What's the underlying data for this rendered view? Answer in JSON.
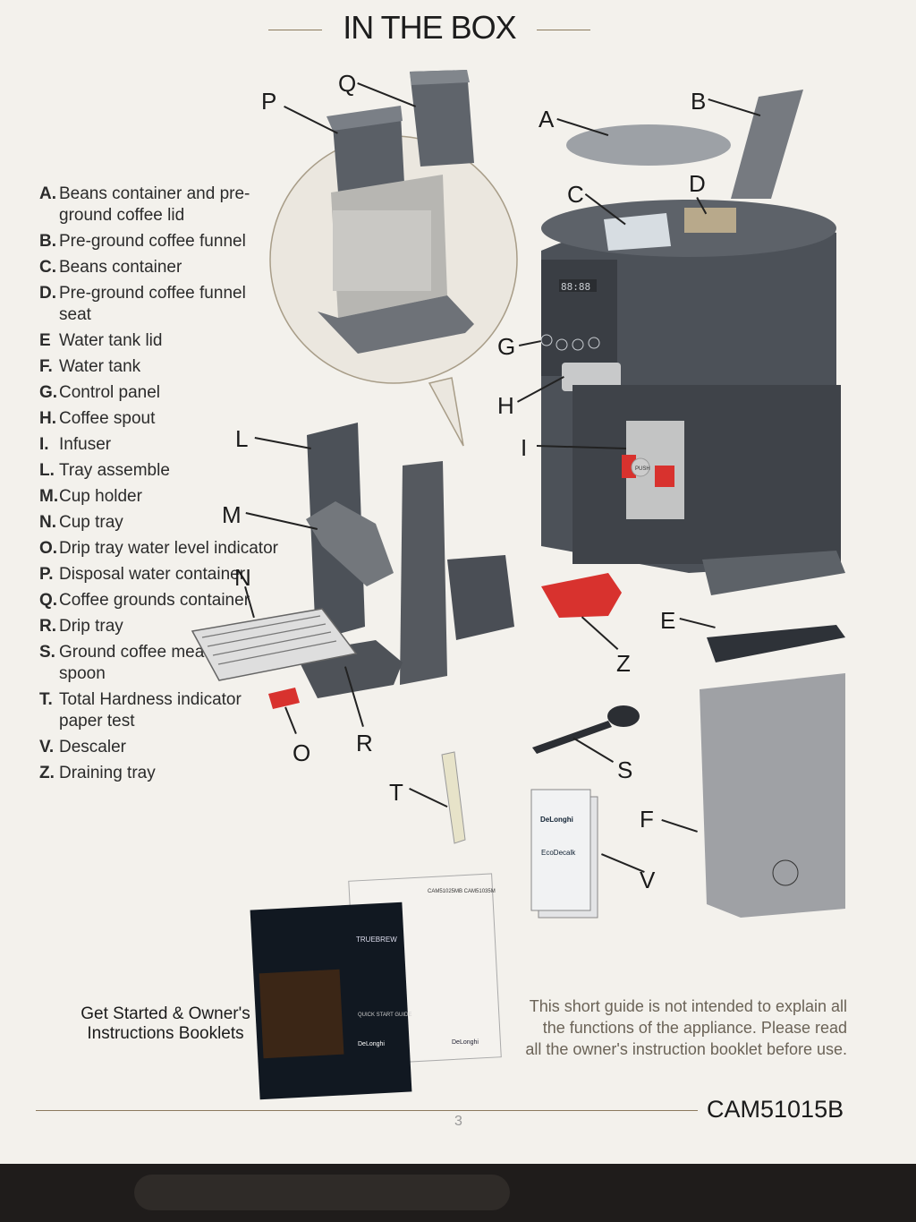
{
  "header": {
    "title": "IN THE BOX"
  },
  "legend": [
    {
      "key": "A.",
      "text": "Beans container and pre-ground coffee lid"
    },
    {
      "key": "B.",
      "text": "Pre-ground coffee funnel"
    },
    {
      "key": "C.",
      "text": "Beans container"
    },
    {
      "key": "D.",
      "text": "Pre-ground coffee funnel seat"
    },
    {
      "key": "E",
      "text": "Water tank lid"
    },
    {
      "key": "F.",
      "text": "Water tank"
    },
    {
      "key": "G.",
      "text": "Control panel"
    },
    {
      "key": "H.",
      "text": "Coffee spout"
    },
    {
      "key": "I.",
      "text": "Infuser"
    },
    {
      "key": "L.",
      "text": "Tray assemble"
    },
    {
      "key": "M.",
      "text": "Cup holder"
    },
    {
      "key": "N.",
      "text": "Cup tray"
    },
    {
      "key": "O.",
      "text": "Drip tray water level indicator"
    },
    {
      "key": "P.",
      "text": "Disposal water container"
    },
    {
      "key": "Q.",
      "text": "Coffee grounds container"
    },
    {
      "key": "R.",
      "text": "Drip tray"
    },
    {
      "key": "S.",
      "text": "Ground coffee measuring spoon"
    },
    {
      "key": "T.",
      "text": "Total Hardness indicator paper test"
    },
    {
      "key": "V.",
      "text": "Descaler"
    },
    {
      "key": "Z.",
      "text": "Draining tray"
    }
  ],
  "callouts": {
    "A": "A",
    "B": "B",
    "C": "C",
    "D": "D",
    "E": "E",
    "F": "F",
    "G": "G",
    "H": "H",
    "I": "I",
    "L": "L",
    "M": "M",
    "N": "N",
    "O": "O",
    "P": "P",
    "Q": "Q",
    "R": "R",
    "S": "S",
    "T": "T",
    "V": "V",
    "Z": "Z"
  },
  "booklets_label": "Get Started & Owner's Instructions Booklets",
  "booklet_cover": {
    "brand": "TRUEBREW",
    "subtitle": "QUICK START GUIDE",
    "logo": "DeLonghi"
  },
  "booklet_manual": {
    "models": "CAM51025MB CAM51035M",
    "logo": "DeLonghi"
  },
  "descaler_pack": {
    "brand": "DeLonghi",
    "product": "EcoDecalk"
  },
  "control_display": "88:88",
  "infuser_push": "PUSH",
  "note": "This short guide is not intended to explain all the functions of the appliance. Please read all the owner's instruction booklet before use.",
  "model": "CAM51015B",
  "page_number": "3",
  "colors": {
    "accent_line": "#8b7a5e",
    "machine": "#4a4f56",
    "red_parts": "#d8322e"
  }
}
